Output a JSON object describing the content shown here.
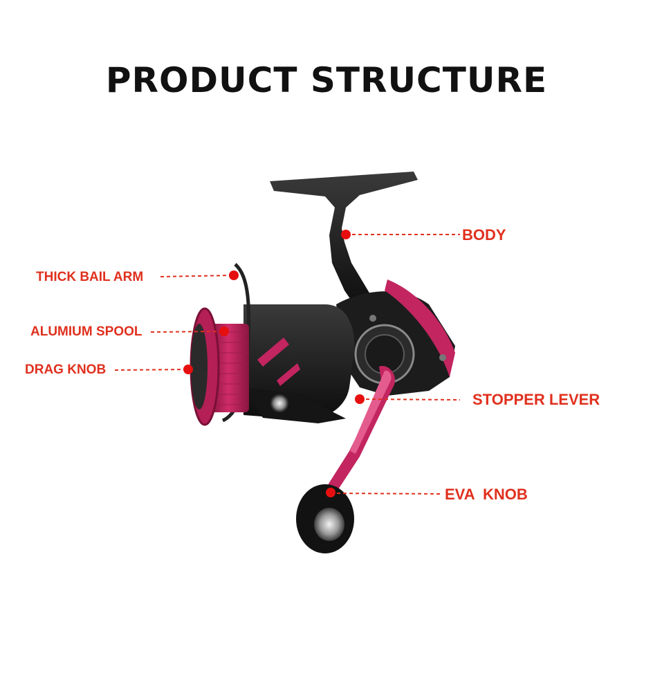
{
  "title": "PRODUCT STRUCTURE",
  "labels": {
    "body": "BODY",
    "bail_arm": "THICK BAIL ARM",
    "spool": "ALUMIUM SPOOL",
    "drag_knob": "DRAG KNOB",
    "stopper_lever": "STOPPER LEVER",
    "eva_knob": "EVA  KNOB"
  },
  "colors": {
    "label": "#e0301e",
    "reel_pink": "#c2255f",
    "reel_black": "#1a1a1a"
  }
}
